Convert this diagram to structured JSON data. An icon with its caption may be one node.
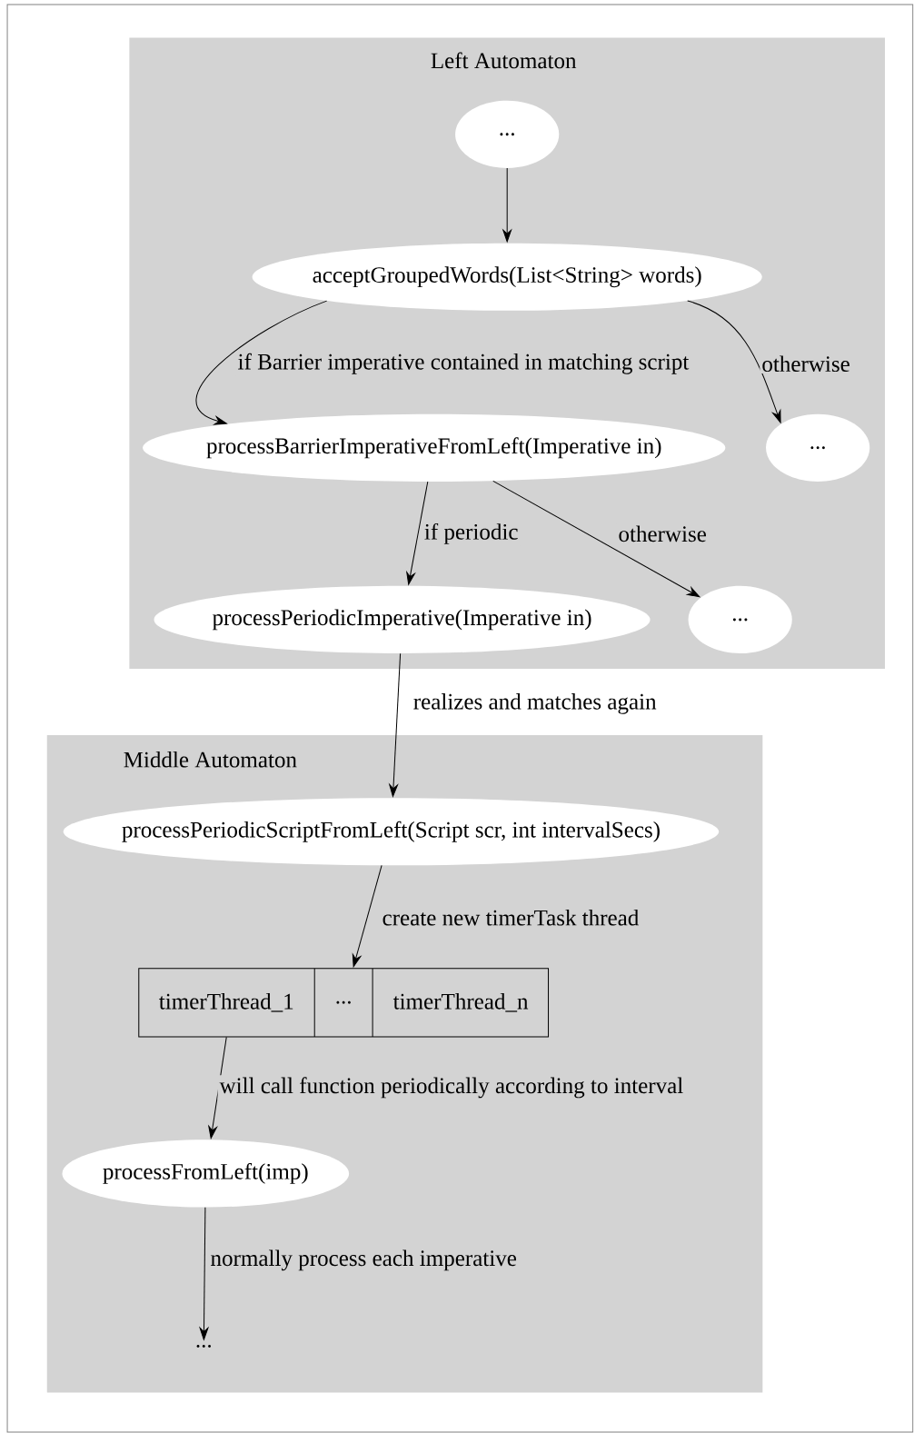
{
  "diagram": {
    "nodes": [
      {
        "text": [
          "Left Automaton"
        ]
      },
      {
        "text": [
          "..."
        ],
        "in": 0
      },
      {
        "text": [
          "acceptGroupedWords(List<String> words)"
        ],
        "in": 0
      },
      {
        "text": [
          "processBarrierImperativeFromLeft(Imperative in)"
        ],
        "in": 0
      },
      {
        "text": [
          "..."
        ],
        "in": 0
      },
      {
        "text": [
          "processPeriodicImperative(Imperative in)"
        ],
        "in": 0
      },
      {
        "text": [
          "..."
        ],
        "in": 0
      },
      {
        "text": [
          "Middle Automaton"
        ]
      },
      {
        "text": [
          "processPeriodicScriptFromLeft(Script scr, int intervalSecs)"
        ],
        "in": 7
      },
      {
        "text": [
          "timerThread_1",
          "...",
          "timerThread_n"
        ],
        "in": 7
      },
      {
        "text": [
          "processFromLeft(imp)"
        ],
        "in": 7
      },
      {
        "text": [
          "..."
        ],
        "in": 7
      }
    ],
    "edges": [
      {
        "from": 1,
        "to": 2,
        "arrow": "to"
      },
      {
        "from": 2,
        "to": 3,
        "arrow": "to",
        "label": "if Barrier imperative contained in matching script"
      },
      {
        "from": 2,
        "to": 4,
        "arrow": "to",
        "label": "otherwise"
      },
      {
        "from": 3,
        "to": 5,
        "arrow": "to",
        "label": "if periodic"
      },
      {
        "from": 3,
        "to": 6,
        "arrow": "to",
        "label": "otherwise"
      },
      {
        "from": 5,
        "to": 8,
        "arrow": "to",
        "label": "realizes and matches again"
      },
      {
        "from": 8,
        "to": 9,
        "arrow": "to",
        "label": "create new timerTask thread"
      },
      {
        "from": 9,
        "to": 10,
        "arrow": "to",
        "label": "will call function periodically according to interval"
      },
      {
        "from": 10,
        "to": 11,
        "arrow": "to",
        "label": "normally process each imperative"
      }
    ]
  }
}
